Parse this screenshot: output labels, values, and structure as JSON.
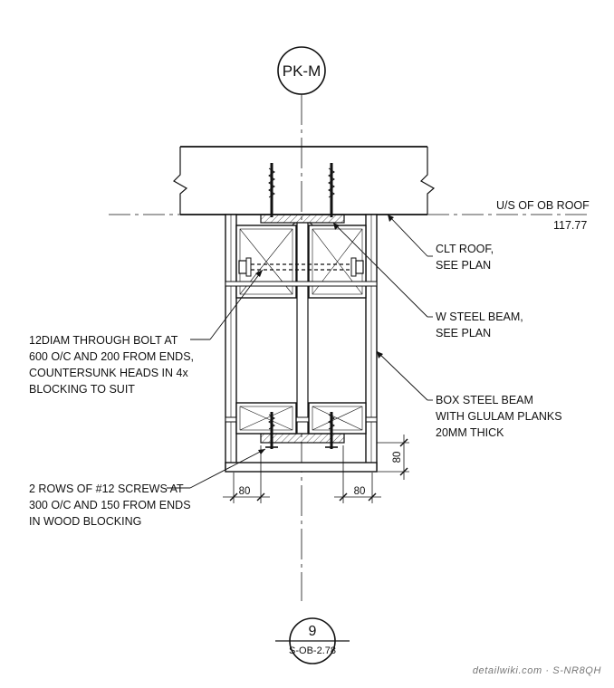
{
  "grid_bubble": {
    "label": "PK-M"
  },
  "level": {
    "label": "U/S OF OB ROOF",
    "value": "117.77"
  },
  "callouts": {
    "clt_roof": [
      "CLT ROOF,",
      "SEE PLAN"
    ],
    "w_beam": [
      "W STEEL BEAM,",
      "SEE PLAN"
    ],
    "box_beam": [
      "BOX STEEL BEAM",
      "WITH GLULAM PLANKS",
      "20MM THICK"
    ],
    "bolt": [
      "12DIAM THROUGH BOLT AT",
      "600 O/C AND 200 FROM ENDS,",
      "COUNTERSUNK HEADS IN 4x",
      "BLOCKING TO SUIT"
    ],
    "screws": [
      "2 ROWS OF #12 SCREWS AT",
      "300 O/C AND 150 FROM ENDS",
      "IN WOOD BLOCKING"
    ]
  },
  "dimensions": {
    "left": "80",
    "right": "80",
    "vertical": "80"
  },
  "detail_tag": {
    "number": "9",
    "sheet": "S-OB-2.78"
  },
  "watermark": "detailwiki.com · S-NR8QH"
}
